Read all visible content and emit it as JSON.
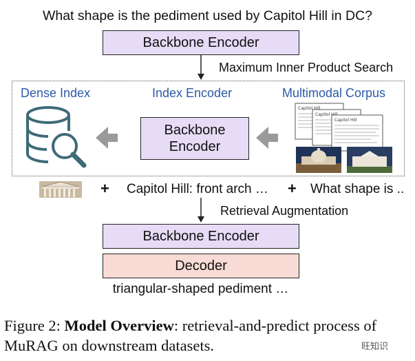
{
  "question": "What shape is the pediment used by Capitol Hill in DC?",
  "top_encoder": "Backbone Encoder",
  "mips_label": "Maximum Inner Product Search",
  "dense_index_label": "Dense Index",
  "index_encoder_label": "Index Encoder",
  "index_encoder_box": [
    "Backbone",
    "Encoder"
  ],
  "corpus_label": "Multimodal Corpus",
  "doc_title": "Capitol Hill",
  "augmented_text": "Capitol Hill: front arch …",
  "augmented_query": "What shape is ..",
  "plus_sign": "+",
  "retrieval_label": "Retrieval Augmentation",
  "bottom_encoder": "Backbone Encoder",
  "decoder": "Decoder",
  "output": "triangular-shaped pediment …",
  "caption": {
    "prefix": "Figure 2: ",
    "bold": "Model Overview",
    "rest": ": retrieval-and-predict process of MuRAG on downstream datasets."
  },
  "watermark": "旺知识",
  "colors": {
    "encoder_fill": "#e6dcf6",
    "decoder_fill": "#f7dbd4",
    "label_blue": "#2b5aa7",
    "icon_blue": "#3f6a78",
    "arrow_gray": "#9a9a9a"
  }
}
